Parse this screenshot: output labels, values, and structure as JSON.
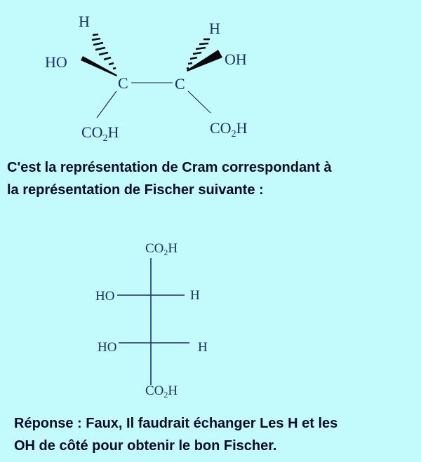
{
  "cram": {
    "left_carbon": {
      "atom": "C",
      "hashed_substituent": "H",
      "wedge_substituent": "HO",
      "lower_substituent": {
        "main": "CO",
        "sub": "2",
        "end": "H"
      }
    },
    "right_carbon": {
      "atom": "C",
      "hashed_substituent": "H",
      "wedge_substituent": "OH",
      "lower_substituent": {
        "main": "CO",
        "sub": "2",
        "end": "H"
      }
    }
  },
  "question": {
    "line1": "C'est la représentation de Cram correspondant à",
    "line2": "la représentation de Fischer suivante :"
  },
  "fischer": {
    "top": {
      "main": "CO",
      "sub": "2",
      "end": "H"
    },
    "row1": {
      "left": "HO",
      "right": "H"
    },
    "row2": {
      "left": "HO",
      "right": "H"
    },
    "bottom": {
      "main": "CO",
      "sub": "2",
      "end": "H"
    }
  },
  "answer": {
    "line1": "Réponse : Faux, Il faudrait échanger Les H et les",
    "line2": "OH de côté pour obtenir le bon Fischer."
  },
  "colors": {
    "background": "#c3fafb",
    "formula": "#1a2f6b",
    "text": "#0b0b2a"
  }
}
